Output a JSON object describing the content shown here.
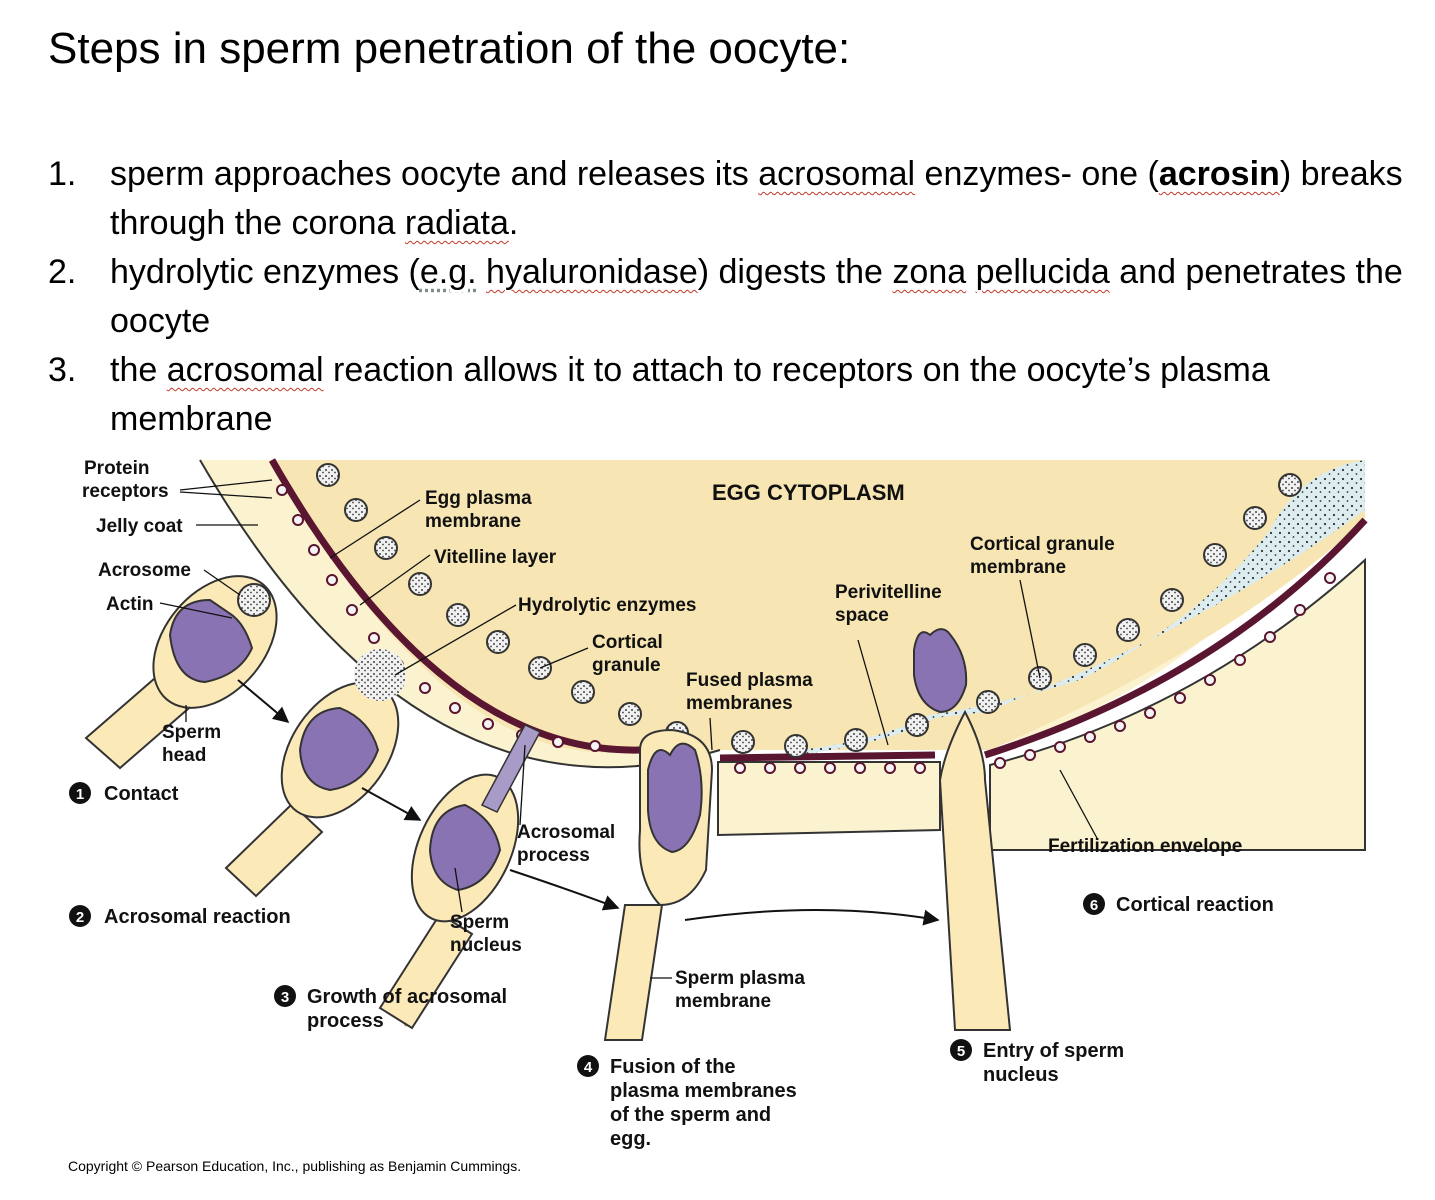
{
  "title": "Steps in sperm penetration of the oocyte:",
  "steps": [
    {
      "num": "1.",
      "t1": "sperm approaches oocyte and releases its ",
      "w1": "acrosomal",
      "t2": " enzymes- one (",
      "w2": "acrosin",
      "t3": ") breaks through the corona ",
      "w3": "radiata",
      "t4": "."
    },
    {
      "num": "2.",
      "t1": "hydrolytic enzymes (",
      "w1": "e.g.",
      "t2": " ",
      "w2": "hyaluronidase",
      "t3": ") digests the ",
      "w3": "zona",
      "t4": " ",
      "w4": "pellucida",
      "t5": " and penetrates the oocyte"
    },
    {
      "num": "3.",
      "t1": "the ",
      "w1": "acrosomal",
      "t2": " reaction allows it to attach to receptors on the oocyte’s plasma membrane"
    }
  ],
  "diagram": {
    "egg_cytoplasm": "EGG CYTOPLASM",
    "protein_receptors": [
      "Protein",
      "receptors"
    ],
    "jelly_coat": "Jelly coat",
    "acrosome": "Acrosome",
    "actin": "Actin",
    "sperm_head": [
      "Sperm",
      "head"
    ],
    "egg_plasma_membrane": [
      "Egg plasma",
      "membrane"
    ],
    "vitelline_layer": "Vitelline layer",
    "hydrolytic_enzymes": "Hydrolytic enzymes",
    "cortical_granule": [
      "Cortical",
      "granule"
    ],
    "fused_plasma_membranes": [
      "Fused plasma",
      "membranes"
    ],
    "perivitelline_space": [
      "Perivitelline",
      "space"
    ],
    "cortical_granule_membrane": [
      "Cortical granule",
      "membrane"
    ],
    "acrosomal_process": [
      "Acrosomal",
      "process"
    ],
    "sperm_nucleus": [
      "Sperm",
      "nucleus"
    ],
    "sperm_plasma_membrane": [
      "Sperm plasma",
      "membrane"
    ],
    "fertilization_envelope": "Fertilization envelope",
    "stage_markers": [
      "1",
      "2",
      "3",
      "4",
      "5",
      "6"
    ],
    "stage1": "Contact",
    "stage2": "Acrosomal reaction",
    "stage3": [
      "Growth of acrosomal",
      "process"
    ],
    "stage4": [
      "Fusion of the",
      "plasma membranes",
      "of the sperm and",
      "egg."
    ],
    "stage5": [
      "Entry of sperm",
      "nucleus"
    ],
    "stage6": "Cortical reaction"
  },
  "copyright": "Copyright © Pearson Education, Inc., publishing as Benjamin Cummings.",
  "colors": {
    "cytoplasm": "#f7e6b3",
    "jelly": "#fbf2cf",
    "membrane": "#5a1530",
    "nucleus": "#8a73b3",
    "perivitelline": "#dcecef"
  }
}
